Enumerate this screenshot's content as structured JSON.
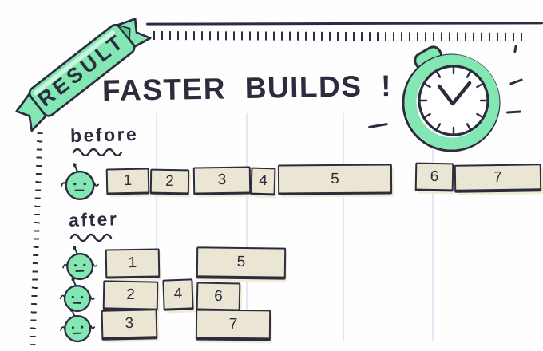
{
  "ribbon": {
    "label": "RESULT"
  },
  "title": "FASTER BUILDS !",
  "diagram": {
    "before": {
      "label": "before",
      "worker_count": 1,
      "lanes": [
        [
          "1",
          "2",
          "3",
          "4",
          "5",
          "6",
          "7"
        ]
      ]
    },
    "after": {
      "label": "after",
      "worker_count": 3,
      "lanes": [
        [
          "1",
          "5"
        ],
        [
          "2",
          "4",
          "6"
        ],
        [
          "3",
          "7"
        ]
      ]
    }
  },
  "icons": {
    "ribbon": "ribbon-banner-icon",
    "stopwatch": "stopwatch-icon",
    "robot": "robot-icon"
  },
  "colors": {
    "mint": "#82e7b2",
    "ink": "#2c2c3e",
    "box_fill": "#ebe6d3",
    "box_shadow": "#f1ebd9",
    "gridline": "#e6e7f4",
    "highlight": "#cdf6e0"
  }
}
